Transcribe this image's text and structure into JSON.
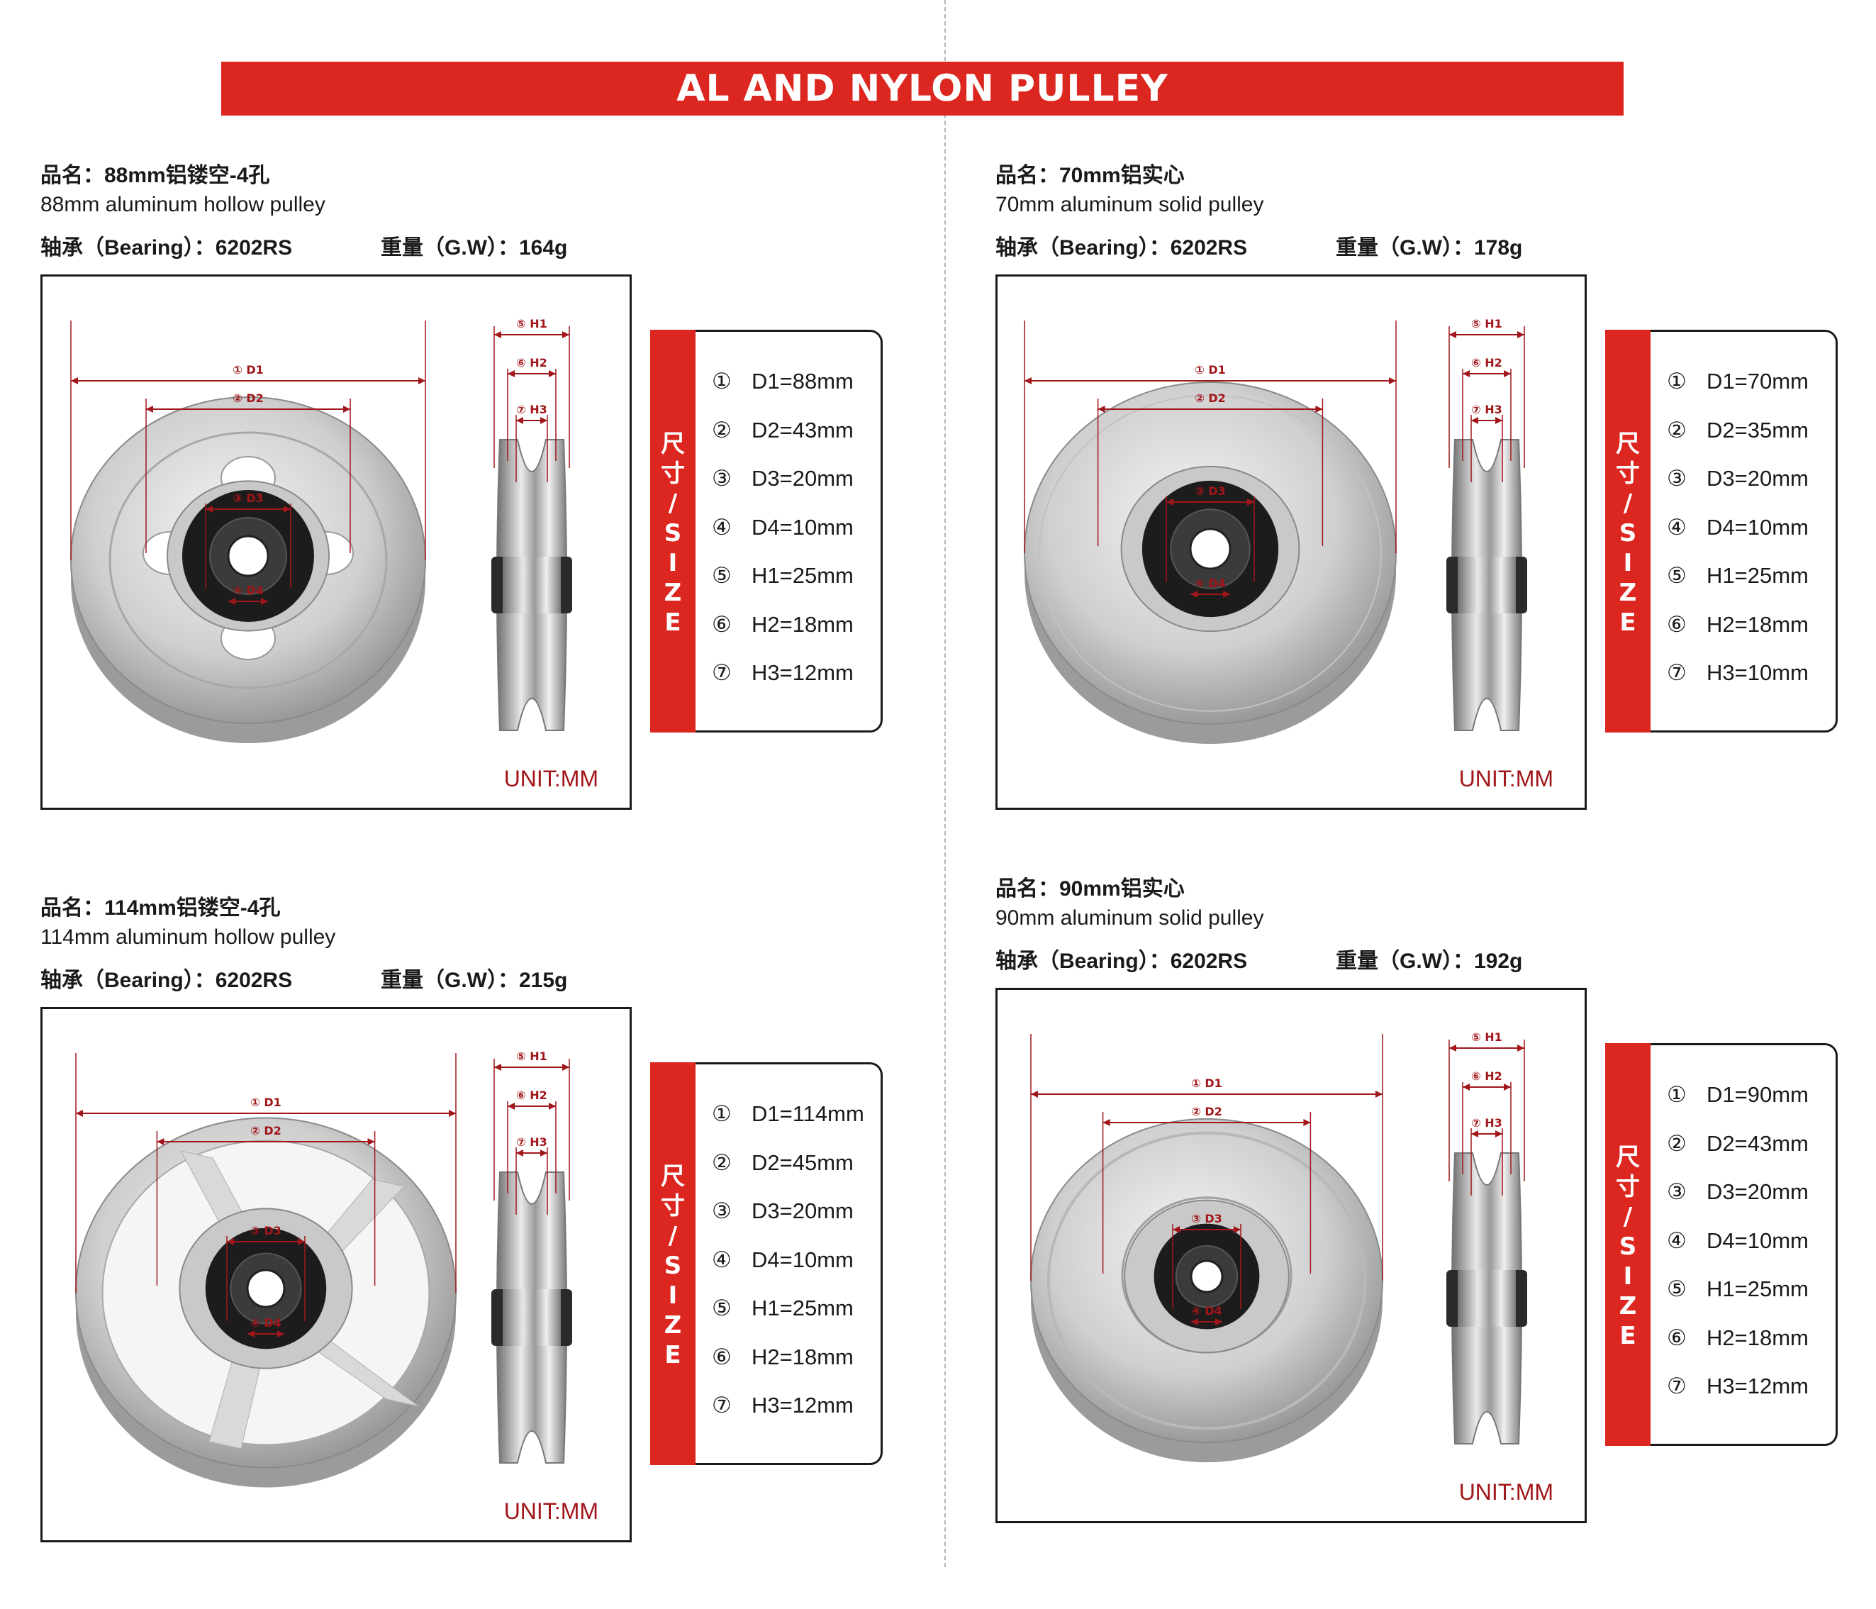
{
  "banner": {
    "title": "AL AND NYLON PULLEY"
  },
  "colors": {
    "accent": "#dc2620",
    "unit_text": "#a1161a"
  },
  "products": [
    {
      "name_cn": "品名：88mm铝镂空-4孔",
      "name_en": "88mm aluminum hollow pulley",
      "bearing": "轴承（Bearing）：6202RS",
      "weight": "重量（G.W）：164g",
      "style": "hollow",
      "dim_labels": {
        "d1": "① D1",
        "d2": "② D2",
        "d3": "③ D3",
        "d4": "④ D4",
        "h1": "⑤ H1",
        "h2": "⑥ H2",
        "h3": "⑦ H3"
      },
      "unit": "UNIT:MM",
      "size_label": "尺寸/SIZE",
      "sizes": [
        {
          "num": "①",
          "text": "D1=88mm"
        },
        {
          "num": "②",
          "text": "D2=43mm"
        },
        {
          "num": "③",
          "text": "D3=20mm"
        },
        {
          "num": "④",
          "text": "D4=10mm"
        },
        {
          "num": "⑤",
          "text": "H1=25mm"
        },
        {
          "num": "⑥",
          "text": "H2=18mm"
        },
        {
          "num": "⑦",
          "text": "H3=12mm"
        }
      ]
    },
    {
      "name_cn": "品名：70mm铝实心",
      "name_en": "70mm aluminum solid pulley",
      "bearing": "轴承（Bearing）：6202RS",
      "weight": "重量（G.W）：178g",
      "style": "solid",
      "dim_labels": {
        "d1": "① D1",
        "d2": "② D2",
        "d3": "③ D3",
        "d4": "④ D4",
        "h1": "⑤ H1",
        "h2": "⑥ H2",
        "h3": "⑦ H3"
      },
      "unit": "UNIT:MM",
      "size_label": "尺寸/SIZE",
      "sizes": [
        {
          "num": "①",
          "text": "D1=70mm"
        },
        {
          "num": "②",
          "text": "D2=35mm"
        },
        {
          "num": "③",
          "text": "D3=20mm"
        },
        {
          "num": "④",
          "text": "D4=10mm"
        },
        {
          "num": "⑤",
          "text": "H1=25mm"
        },
        {
          "num": "⑥",
          "text": "H2=18mm"
        },
        {
          "num": "⑦",
          "text": "H3=10mm"
        }
      ]
    },
    {
      "name_cn": "品名：114mm铝镂空-4孔",
      "name_en": "114mm aluminum hollow pulley",
      "bearing": "轴承（Bearing）：6202RS",
      "weight": "重量（G.W）：215g",
      "style": "spoke",
      "dim_labels": {
        "d1": "① D1",
        "d2": "② D2",
        "d3": "③ D3",
        "d4": "④ D4",
        "h1": "⑤ H1",
        "h2": "⑥ H2",
        "h3": "⑦ H3"
      },
      "unit": "UNIT:MM",
      "size_label": "尺寸/SIZE",
      "sizes": [
        {
          "num": "①",
          "text": "D1=114mm"
        },
        {
          "num": "②",
          "text": "D2=45mm"
        },
        {
          "num": "③",
          "text": "D3=20mm"
        },
        {
          "num": "④",
          "text": "D4=10mm"
        },
        {
          "num": "⑤",
          "text": "H1=25mm"
        },
        {
          "num": "⑥",
          "text": "H2=18mm"
        },
        {
          "num": "⑦",
          "text": "H3=12mm"
        }
      ]
    },
    {
      "name_cn": "品名：90mm铝实心",
      "name_en": "90mm aluminum solid pulley",
      "bearing": "轴承（Bearing）：6202RS",
      "weight": "重量（G.W）：192g",
      "style": "dish",
      "dim_labels": {
        "d1": "① D1",
        "d2": "② D2",
        "d3": "③ D3",
        "d4": "④ D4",
        "h1": "⑤ H1",
        "h2": "⑥ H2",
        "h3": "⑦ H3"
      },
      "unit": "UNIT:MM",
      "size_label": "尺寸/SIZE",
      "sizes": [
        {
          "num": "①",
          "text": "D1=90mm"
        },
        {
          "num": "②",
          "text": "D2=43mm"
        },
        {
          "num": "③",
          "text": "D3=20mm"
        },
        {
          "num": "④",
          "text": "D4=10mm"
        },
        {
          "num": "⑤",
          "text": "H1=25mm"
        },
        {
          "num": "⑥",
          "text": "H2=18mm"
        },
        {
          "num": "⑦",
          "text": "H3=12mm"
        }
      ]
    }
  ]
}
